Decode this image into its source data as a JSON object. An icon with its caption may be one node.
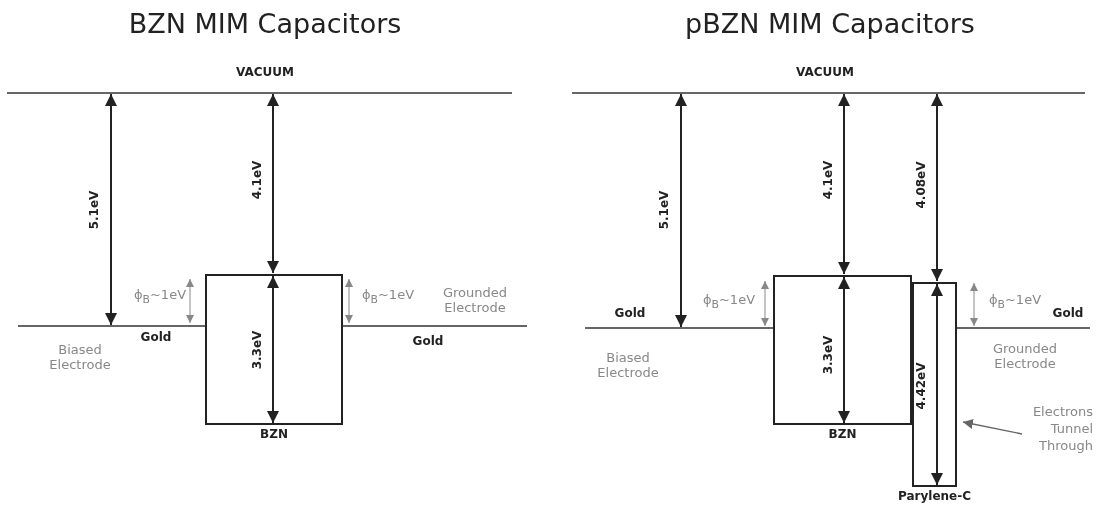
{
  "diagram": {
    "nodes": [
      {
        "text": [
          "BZN"
        ]
      },
      {
        "text": [
          "BZN"
        ]
      },
      {
        "text": [
          "Parylene-C"
        ]
      },
      {
        "text": [
          "Electrons Tunnel Through"
        ]
      }
    ],
    "edges": [
      {
        "from": 3,
        "to": 2,
        "arrow": "to"
      }
    ],
    "labels": [
      "BZN MIM Capacitors",
      "pBZN MIM Capacitors",
      "VACUUM",
      "5.1eV",
      "4.1eV",
      "ϕ$_{B}$~1eV",
      "ϕ$_{B}$~1eV",
      "Grounded Electrode",
      "Gold",
      "Biased Electrode",
      "Gold",
      "3.3eV",
      "VACUUM",
      "5.1eV",
      "4.1eV",
      "4.08eV",
      "Gold",
      "ϕ$_{B}$~1eV",
      "ϕ$_{B}$~1eV",
      "Gold",
      "Biased Electrode",
      "3.3eV",
      "4.42eV",
      "Grounded Electrode"
    ]
  }
}
